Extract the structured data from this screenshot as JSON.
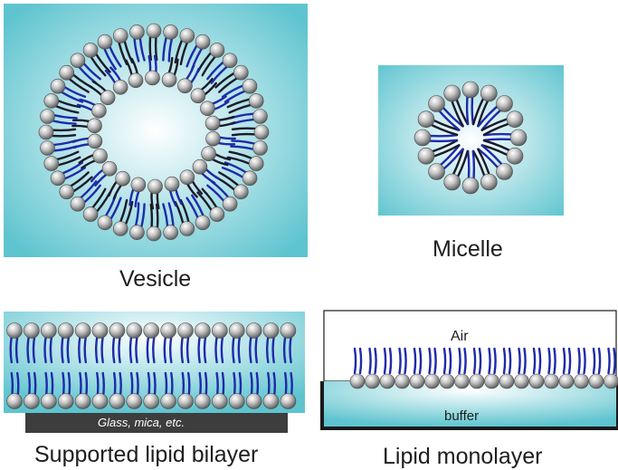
{
  "captions": {
    "vesicle": "Vesicle",
    "micelle": "Micelle",
    "bilayer": "Supported lipid bilayer",
    "monolayer": "Lipid monolayer"
  },
  "labels": {
    "substrate": "Glass, mica, etc.",
    "air": "Air",
    "buffer": "buffer"
  },
  "colors": {
    "water_center": "#ffffff",
    "water_edge": "#5ec4cf",
    "tail_blue": "#1e2aa8",
    "tail_dark": "#1a1a2a",
    "substrate": "#3d3d3d",
    "trough": "#1a1a1a"
  },
  "vesicle": {
    "outer_leaflet_lipids": 40,
    "inner_leaflet_lipids": 22
  },
  "micelle": {
    "lipids": 16
  },
  "supported_bilayer": {
    "lipids_per_leaflet": 17
  },
  "monolayer": {
    "lipids": 18
  }
}
